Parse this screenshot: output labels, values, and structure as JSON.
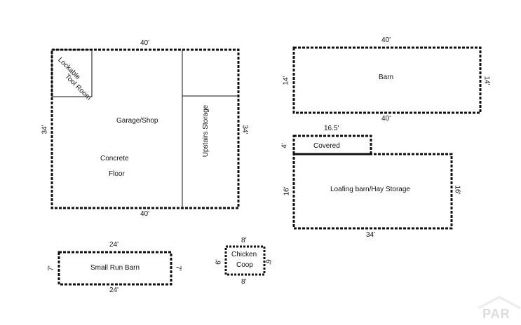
{
  "garage": {
    "top_dim": "40'",
    "bottom_dim": "40'",
    "left_dim": "34'",
    "right_dim": "34'",
    "tool_room_line1": "Lockable",
    "tool_room_line2": "Tool Room",
    "main_label": "Garage/Shop",
    "floor_line1": "Concrete",
    "floor_line2": "Floor",
    "storage_label": "Upstairs Storage"
  },
  "barn": {
    "label": "Barn",
    "top_dim": "40'",
    "bottom_dim": "40'",
    "left_dim": "14'",
    "right_dim": "14'"
  },
  "covered": {
    "label": "Covered",
    "top_dim": "16.5'",
    "left_dim": "4'"
  },
  "loafing": {
    "label": "Loafing barn/Hay Storage",
    "left_dim": "16'",
    "right_dim": "16'",
    "bottom_dim": "34'"
  },
  "small_run": {
    "label": "Small Run Barn",
    "top_dim": "24'",
    "bottom_dim": "24'",
    "left_dim": "7'",
    "right_dim": "7'"
  },
  "coop": {
    "label_line1": "Chicken",
    "label_line2": "Coop",
    "top_dim": "8'",
    "bottom_dim": "8'",
    "left_dim": "6'",
    "right_dim": "6'"
  },
  "watermark": {
    "text": "PAR"
  }
}
